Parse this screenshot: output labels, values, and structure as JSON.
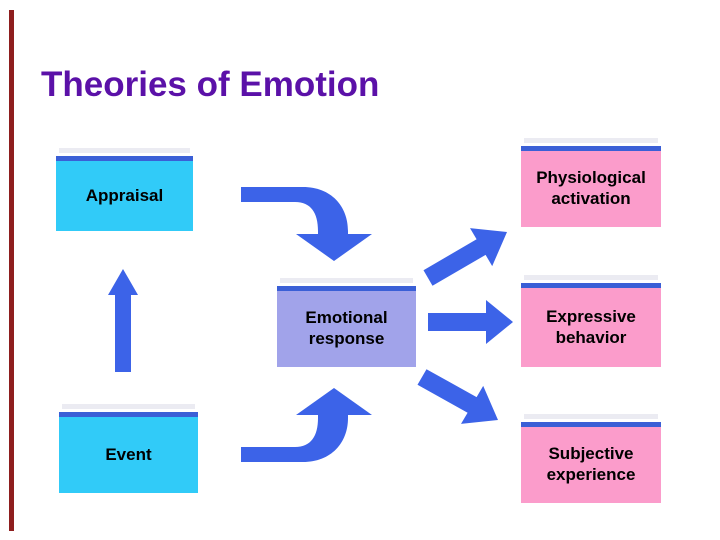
{
  "slide": {
    "title": "Theories of Emotion",
    "colors": {
      "background": "#ffffff",
      "title_text": "#5b11a8",
      "left_accent_bar": "#8e1e1e",
      "box_top_border": "#3a5fd6",
      "cyan_box_fill": "#31cbf8",
      "lavender_box_fill": "#a1a3ea",
      "pink_box_fill": "#fb9ccb",
      "box_text": "#000000",
      "arrow_fill": "#3c63e8"
    }
  },
  "diagram": {
    "boxes": [
      {
        "id": "appraisal",
        "label": "Appraisal"
      },
      {
        "id": "event",
        "label": "Event"
      },
      {
        "id": "emotional-response",
        "label": "Emotional response"
      },
      {
        "id": "physiological-activation",
        "label": "Physiological activation"
      },
      {
        "id": "expressive-behavior",
        "label": "Expressive behavior"
      },
      {
        "id": "subjective-experience",
        "label": "Subjective experience"
      }
    ],
    "arrows": [
      "appraisal-to-emotional-response (curved right-down)",
      "event-to-appraisal (straight up)",
      "event-to-emotional-response (curved right-up)",
      "emotional-response-to-physiological-activation (diagonal up-right)",
      "emotional-response-to-expressive-behavior (horizontal right)",
      "emotional-response-to-subjective-experience (diagonal down-right)"
    ]
  }
}
